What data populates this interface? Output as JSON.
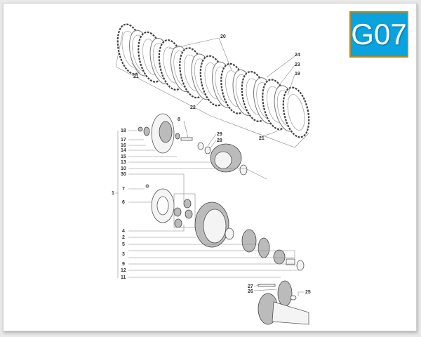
{
  "diagram": {
    "badge": "G07",
    "colors": {
      "badge_bg": "#0aa3de",
      "badge_border": "#b08a2a",
      "line": "#888888",
      "part": "#555555"
    },
    "callouts": [
      "20",
      "24",
      "23",
      "19",
      "21",
      "22",
      "21",
      "8",
      "29",
      "28",
      "18",
      "17",
      "16",
      "14",
      "15",
      "13",
      "10",
      "30",
      "7",
      "6",
      "1",
      "4",
      "2",
      "5",
      "3",
      "9",
      "12",
      "11",
      "27",
      "26",
      "25"
    ]
  }
}
